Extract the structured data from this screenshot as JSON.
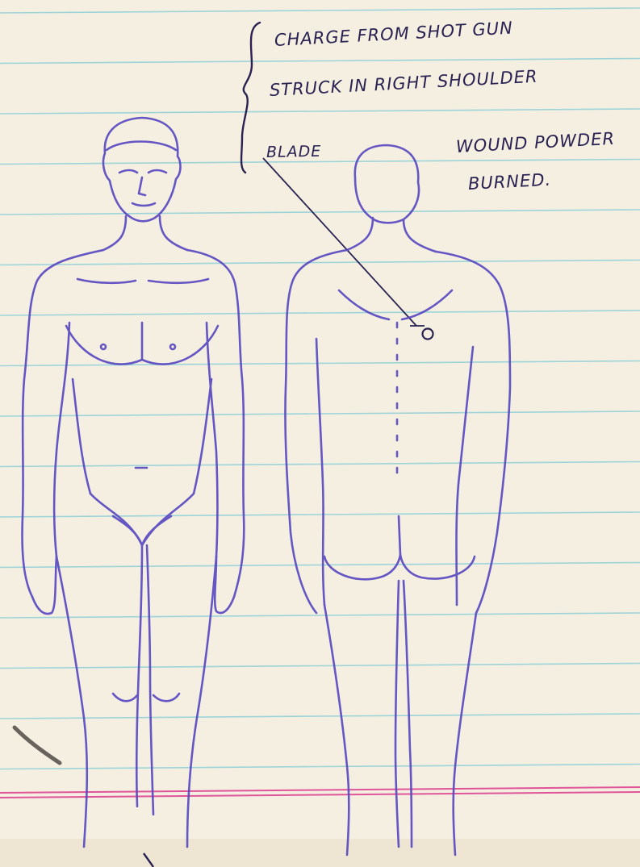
{
  "colors": {
    "paper": "#f4efe1",
    "rule_line": "#8fd0d8",
    "margin_line": "#e0559a",
    "ink": "#5646c0",
    "pen": "#2a2252"
  },
  "annotation": {
    "line_1": "CHARGE FROM SHOT GUN",
    "line_2": "STRUCK IN RIGHT SHOULDER",
    "line_3": "BLADE",
    "line_4": "WOUND POWDER",
    "line_5": "BURNED."
  },
  "figures": {
    "front": "front-view-body-outline",
    "back": "back-view-body-outline",
    "wound_mark": "circle-marker"
  }
}
